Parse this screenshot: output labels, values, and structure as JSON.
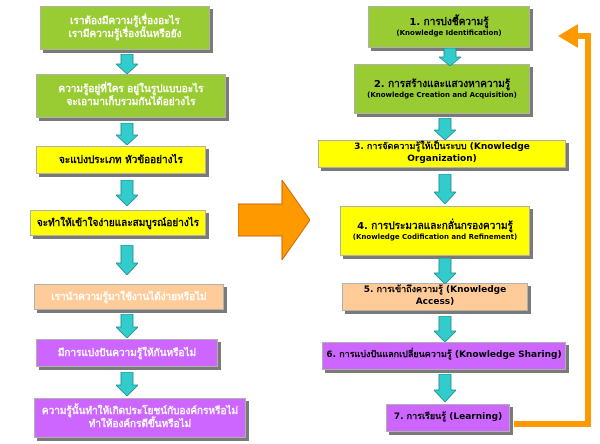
{
  "left_steps": [
    {
      "text": "เราต้องมีความรู้เรื่องอะไร\nเรามีความรู้เรื่องนั้นหรือยัง",
      "color": "#99cc33"
    },
    {
      "text": "ความรู้อยู่ที่ใคร  อยู่ในรูปแบบอะไร\nจะเอามาเก็บรวมกันได้อย่างไร",
      "color": "#99cc33"
    },
    {
      "text": "จะแบ่งประเภท หัวข้ออย่างไร",
      "color": "#ffff00"
    },
    {
      "text": "จะทำให้เข้าใจง่ายและสมบูรณ์อย่างไร",
      "color": "#ffff00"
    },
    {
      "text": "เรานำความรู้มาใช้งานได้ง่ายหรือไม่",
      "color": "#ffcc99"
    },
    {
      "text": "มีการแบ่งปันความรู้ให้กันหรือไม่",
      "color": "#cc66ff"
    },
    {
      "text": "ความรู้นั้นทำให้เกิดประโยชน์กับองค์กรหรือไม่\nทำให้องค์กรดีขึ้นหรือไม่",
      "color": "#cc66ff"
    }
  ],
  "right_steps": [
    {
      "title": "1. การบ่งชี้ความรู้",
      "subtitle": "(Knowledge Identification)",
      "color": "#99cc33"
    },
    {
      "title": "2. การสร้างและแสวงหาความรู้",
      "subtitle": "(Knowledge Creation and Acquisition)",
      "color": "#99cc33"
    },
    {
      "title": "3. การจัดความรู้ให้เป็นระบบ (Knowledge Organization)",
      "subtitle": "",
      "color": "#ffff00"
    },
    {
      "title": "4. การประมวลและกลั่นกรองความรู้",
      "subtitle": "(Knowledge Codification and Refinement)",
      "color": "#ffff00"
    },
    {
      "title": "5. การเข้าถึงความรู้ (Knowledge Access)",
      "subtitle": "",
      "color": "#ffcc99"
    },
    {
      "title": "6. การแบ่งปันแลกเปลี่ยนความรู้ (Knowledge Sharing)",
      "subtitle": "",
      "color": "#cc66ff"
    },
    {
      "title": "7. การเรียนรู้  (Learning)",
      "subtitle": "",
      "color": "#cc66ff"
    }
  ],
  "colors": {
    "down_arrow": "#33cccc",
    "big_arrow": "#ff9900",
    "loop_arrow": "#ff9900"
  }
}
